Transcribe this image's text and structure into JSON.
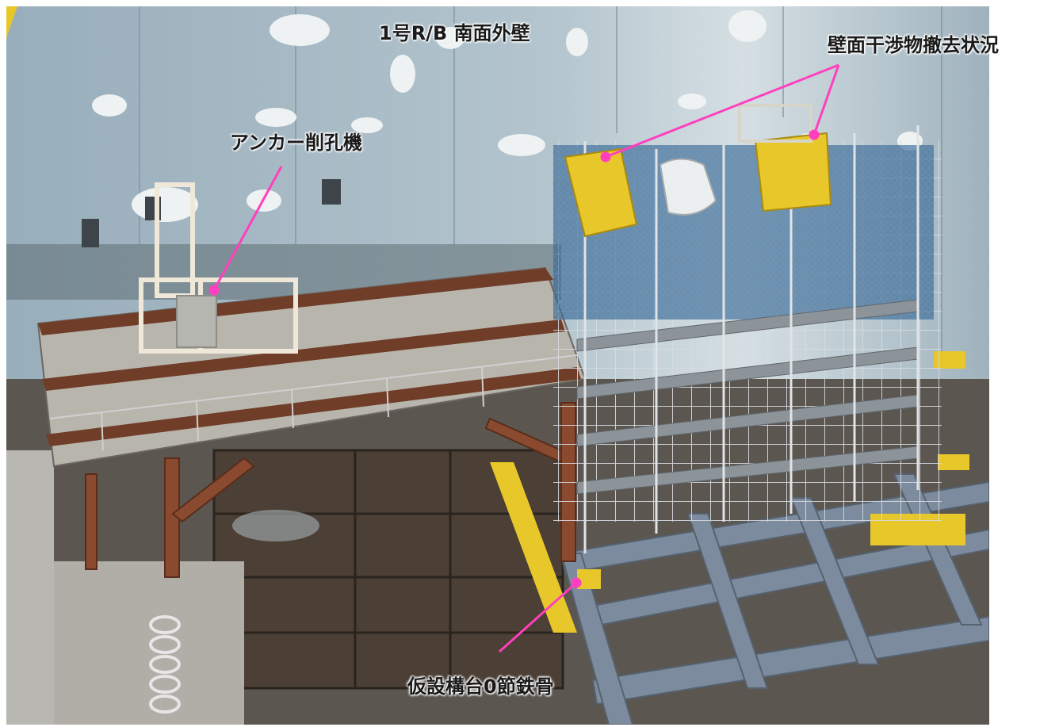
{
  "photo": {
    "title": "1号R/B 南面外壁",
    "callouts": [
      {
        "label": "アンカー削孔機"
      },
      {
        "label": "壁面干渉物撤去状況"
      },
      {
        "label": "仮設構台0節鉄骨"
      }
    ],
    "colors": {
      "callout_line": "#ff3fc0",
      "wall": "#a9bcc6",
      "scaffold_net": "#2d5d8a",
      "yellow_blocks": "#e8c72a",
      "steel_beams": "#8a4a30",
      "floor_plates": "#4a3f36",
      "ground_frame": "#7c8c9e"
    }
  }
}
